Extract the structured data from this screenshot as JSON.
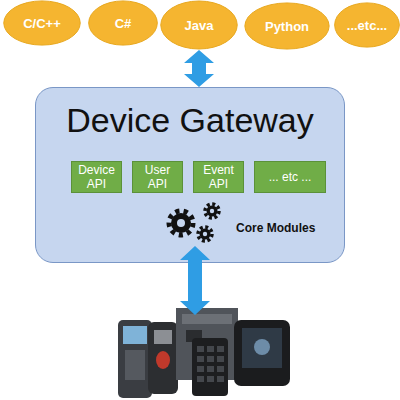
{
  "diagram": {
    "nodes": [
      {
        "text": [
          "C/C++"
        ]
      },
      {
        "text": [
          "C#"
        ]
      },
      {
        "text": [
          "Java"
        ]
      },
      {
        "text": [
          "Python"
        ]
      },
      {
        "text": [
          "...etc..."
        ]
      },
      {
        "text": [
          "Device Gateway"
        ]
      },
      {
        "text": [
          "Device API"
        ],
        "in": 5
      },
      {
        "text": [
          "User API"
        ],
        "in": 5
      },
      {
        "text": [
          "Event API"
        ],
        "in": 5
      },
      {
        "text": [
          "... etc ..."
        ],
        "in": 5
      }
    ],
    "edges": [
      {
        "from": 2,
        "to": 5,
        "arrow": "both"
      }
    ],
    "labels": [
      "Core Modules"
    ]
  }
}
